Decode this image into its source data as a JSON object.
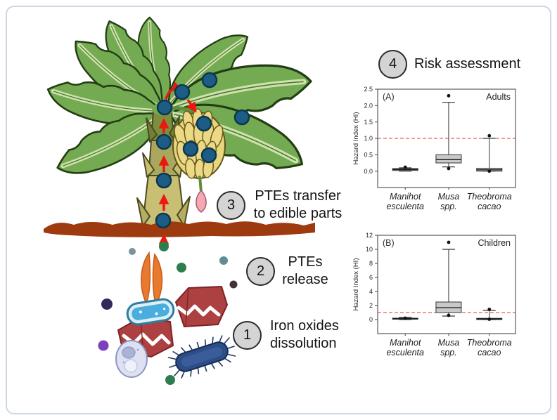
{
  "figure": {
    "steps": [
      {
        "num": "1",
        "label": "Iron oxides dissolution"
      },
      {
        "num": "2",
        "label": "PTEs release"
      },
      {
        "num": "3",
        "label": "PTEs transfer to edible parts"
      },
      {
        "num": "4",
        "label": "Risk assessment"
      }
    ],
    "illustration": {
      "elements": [
        "banana-plant",
        "banana-bunch",
        "banana-flower",
        "soil-layer",
        "pte-particles",
        "soil-bacteria",
        "iron-oxide-minerals",
        "soil-microbe-cell"
      ]
    },
    "colors": {
      "reference_line": "#e0392e",
      "box_fill": "#c9c9c9",
      "step_circle": "#d4d4d4",
      "pte_particle": "#1d5d85",
      "soil": "#9e3a10",
      "leaf_green": "#74ab52",
      "banana_yellow": "#ecd985",
      "arrow_red": "#e8190f"
    }
  },
  "chart_data": [
    {
      "type": "boxplot",
      "panel_label": "(A)",
      "group_label": "Adults",
      "ylabel": "Hazard Index (HI)",
      "ylim": [
        -0.5,
        2.5
      ],
      "ytick_values": [
        0,
        0.5,
        1,
        1.5,
        2,
        2.5
      ],
      "ytick_labels": [
        "0.0",
        "0.5",
        "1.0",
        "1.5",
        "2.0",
        "2.5"
      ],
      "reference_line": 1.0,
      "categories": [
        "Manihot esculenta",
        "Musa spp.",
        "Theobroma cacao"
      ],
      "boxes": [
        {
          "whisker_low": 0.0,
          "q1": 0.02,
          "median": 0.05,
          "q3": 0.08,
          "whisker_high": 0.1,
          "outliers": [
            0.12
          ]
        },
        {
          "whisker_low": 0.13,
          "q1": 0.25,
          "median": 0.35,
          "q3": 0.5,
          "whisker_high": 2.1,
          "outliers": [
            2.3,
            0.08
          ]
        },
        {
          "whisker_low": 0.0,
          "q1": 0.0,
          "median": 0.04,
          "q3": 0.09,
          "whisker_high": 1.0,
          "outliers": [
            1.08,
            0.0
          ]
        }
      ]
    },
    {
      "type": "boxplot",
      "panel_label": "(B)",
      "group_label": "Children",
      "ylabel": "Hazard Index (HI)",
      "ylim": [
        -2,
        12
      ],
      "ytick_values": [
        0,
        2,
        4,
        6,
        8,
        10,
        12
      ],
      "ytick_labels": [
        "0",
        "2",
        "4",
        "6",
        "8",
        "10",
        "12"
      ],
      "reference_line": 1.0,
      "categories": [
        "Manihot esculenta",
        "Musa spp.",
        "Theobroma cacao"
      ],
      "boxes": [
        {
          "whisker_low": 0.0,
          "q1": 0.05,
          "median": 0.12,
          "q3": 0.2,
          "whisker_high": 0.3,
          "outliers": [
            0.2
          ]
        },
        {
          "whisker_low": 0.5,
          "q1": 1.0,
          "median": 1.7,
          "q3": 2.5,
          "whisker_high": 10.0,
          "outliers": [
            11.0,
            0.6
          ]
        },
        {
          "whisker_low": 0.0,
          "q1": 0.0,
          "median": 0.08,
          "q3": 0.18,
          "whisker_high": 1.3,
          "outliers": [
            1.45,
            0.05
          ]
        }
      ]
    }
  ]
}
